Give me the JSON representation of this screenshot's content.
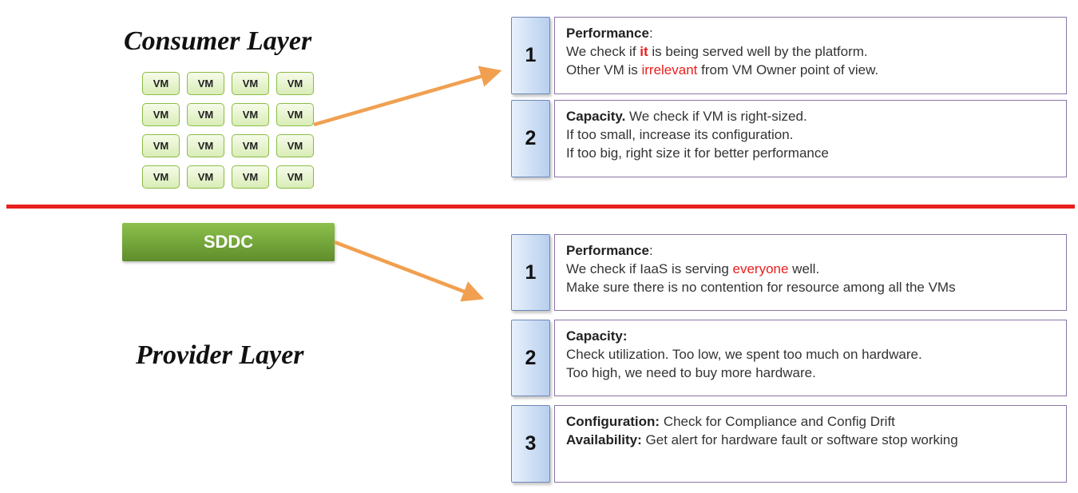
{
  "consumer": {
    "title": "Consumer Layer",
    "vm_label": "VM",
    "vm_count": 16
  },
  "provider": {
    "title": "Provider Layer",
    "sddc_label": "SDDC"
  },
  "consumer_items": [
    {
      "number": "1",
      "heading": "Performance",
      "heading_suffix": ":",
      "line2_a": "We check if ",
      "line2_hl": "it",
      "line2_b": " is being served well by the platform.",
      "line3_a": "Other VM is ",
      "line3_hl": "irrelevant",
      "line3_b": " from VM Owner point of view."
    },
    {
      "number": "2",
      "heading": "Capacity.",
      "heading_rest": " We check if VM is right-sized.",
      "line2": "If too small, increase its configuration.",
      "line3": "If too big, right size it for better performance"
    }
  ],
  "provider_items": [
    {
      "number": "1",
      "heading": "Performance",
      "heading_suffix": ":",
      "line2_a": "We check if IaaS is serving ",
      "line2_hl": "everyone",
      "line2_b": " well.",
      "line3": "Make sure there is no contention for resource among all the VMs"
    },
    {
      "number": "2",
      "heading": "Capacity:",
      "line2": "Check utilization. Too low, we spent too much on hardware.",
      "line3": "Too high, we need to buy more hardware."
    },
    {
      "number": "3",
      "line1_label": "Configuration:",
      "line1_text": " Check for Compliance and Config Drift",
      "line2_label": "Availability:",
      "line2_text": " Get alert for hardware fault or software stop working"
    }
  ],
  "colors": {
    "divider": "#e8201e",
    "arrow": "#f0a050",
    "highlight": "#e8201e",
    "vm_border": "#8cbc45",
    "sddc_fill": "#76a83b",
    "tab_fill": "#c9dbf2",
    "box_border": "#8a74a6"
  }
}
